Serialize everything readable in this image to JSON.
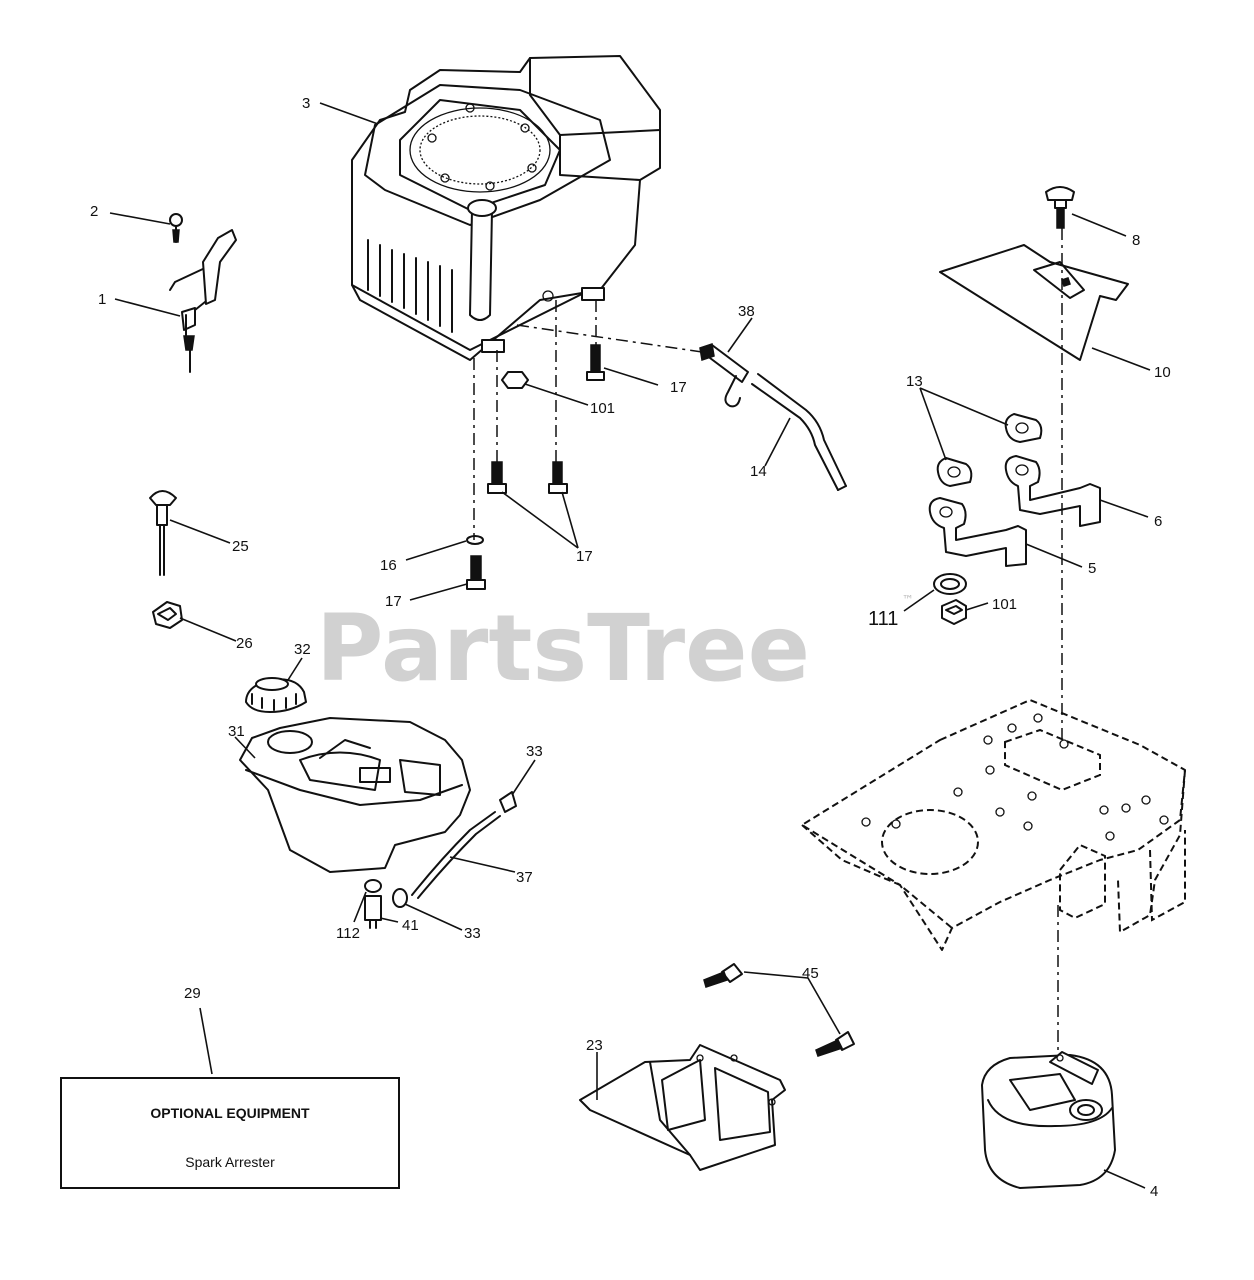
{
  "watermark": {
    "text": "PartsTree",
    "trademark": "™"
  },
  "callouts": {
    "c1": "1",
    "c2": "2",
    "c3": "3",
    "c4": "4",
    "c5": "5",
    "c6": "6",
    "c8": "8",
    "c10": "10",
    "c13": "13",
    "c14": "14",
    "c16": "16",
    "c17a": "17",
    "c17b": "17",
    "c17c": "17",
    "c23": "23",
    "c25": "25",
    "c26": "26",
    "c29": "29",
    "c31": "31",
    "c32": "32",
    "c33a": "33",
    "c33b": "33",
    "c37": "37",
    "c38": "38",
    "c41": "41",
    "c45": "45",
    "c101a": "101",
    "c101b": "101",
    "c111": "111",
    "c112": "112"
  },
  "optional_box": {
    "title": "OPTIONAL EQUIPMENT",
    "item": "Spark Arrester"
  }
}
